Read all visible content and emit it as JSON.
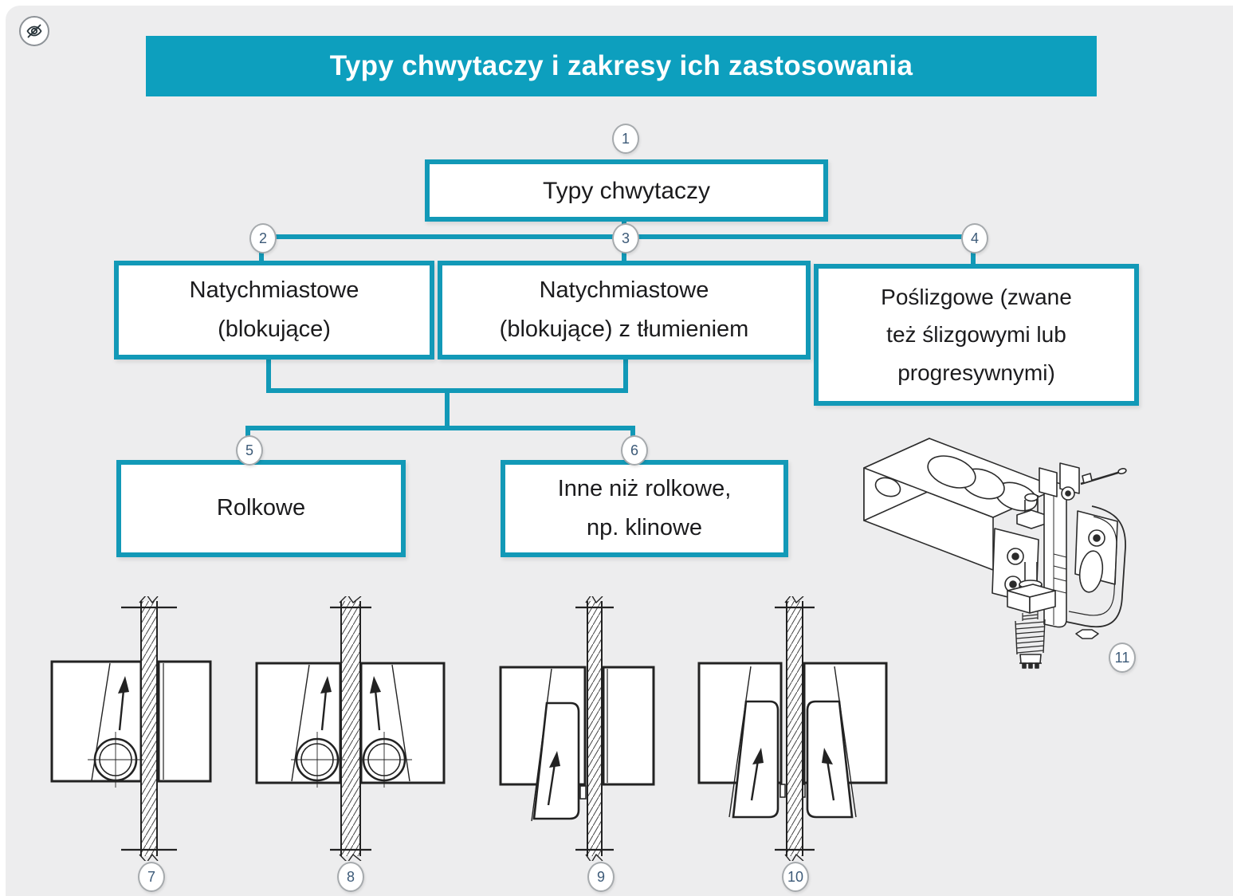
{
  "banner": {
    "title": "Typy chwytaczy i zakresy ich zastosowania"
  },
  "colors": {
    "banner_teal": "#0d9fbe",
    "accent_teal": "#1299b7",
    "background": "#ededee",
    "marker_text": "#3c5a78"
  },
  "toolbar": {
    "hide_markers_icon": "eye-off-icon"
  },
  "markers": [
    "1",
    "2",
    "3",
    "4",
    "5",
    "6",
    "7",
    "8",
    "9",
    "10",
    "11"
  ],
  "flowchart": {
    "root": {
      "label": "Typy chwytaczy"
    },
    "level2": [
      {
        "label": "Natychmiastowe\n(blokujące)"
      },
      {
        "label": "Natychmiastowe\n(blokujące) z tłumieniem"
      },
      {
        "label": "Poślizgowe (zwane\nteż ślizgowymi lub\nprogresywnymi)"
      }
    ],
    "level3": [
      {
        "label": "Rolkowe"
      },
      {
        "label": "Inne niż rolkowe,\nnp. klinowe"
      }
    ]
  }
}
